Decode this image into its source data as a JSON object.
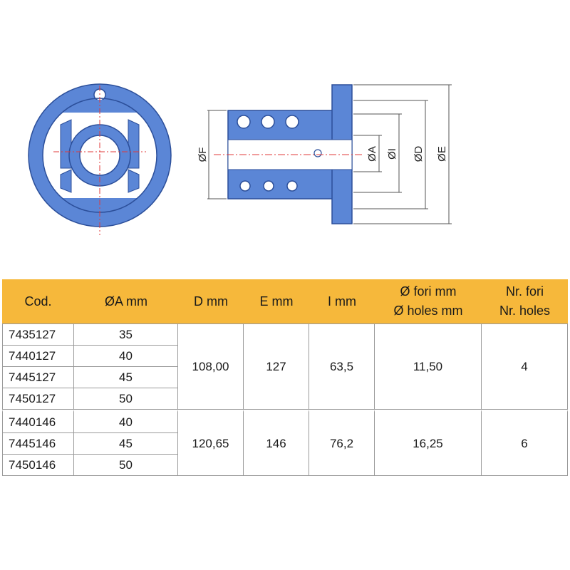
{
  "drawing": {
    "dimension_labels": {
      "f": "ØF",
      "a": "ØA",
      "i": "ØI",
      "d": "ØD",
      "e": "ØE"
    },
    "colors": {
      "part": "#5b86d6",
      "part_outline": "#2c4f9a",
      "centerline": "#e03a3a",
      "dimension": "#555555"
    }
  },
  "table": {
    "header_color": "#f6b83b",
    "headers": {
      "code": "Cod.",
      "a": "ØA mm",
      "d": "D mm",
      "e": "E mm",
      "i": "I mm",
      "holes_diameter_it": "Ø fori mm",
      "holes_diameter_en": "Ø holes mm",
      "holes_count_it": "Nr. fori",
      "holes_count_en": "Nr. holes"
    },
    "groups": [
      {
        "d": "108,00",
        "e": "127",
        "i": "63,5",
        "hole_diameter": "11,50",
        "hole_count": "4",
        "rows": [
          {
            "code": "7435127",
            "a": "35"
          },
          {
            "code": "7440127",
            "a": "40"
          },
          {
            "code": "7445127",
            "a": "45"
          },
          {
            "code": "7450127",
            "a": "50"
          }
        ]
      },
      {
        "d": "120,65",
        "e": "146",
        "i": "76,2",
        "hole_diameter": "16,25",
        "hole_count": "6",
        "rows": [
          {
            "code": "7440146",
            "a": "40"
          },
          {
            "code": "7445146",
            "a": "45"
          },
          {
            "code": "7450146",
            "a": "50"
          }
        ]
      }
    ]
  }
}
